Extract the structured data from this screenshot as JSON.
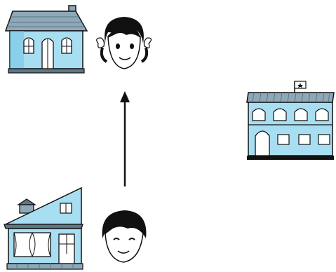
{
  "scene": {
    "objects": [
      {
        "kind": "house",
        "style": "gabled-roof-house",
        "icon": "house-top-left-icon"
      },
      {
        "kind": "face",
        "style": "girl-with-pigtails",
        "icon": "girl-face-icon"
      },
      {
        "kind": "building",
        "style": "school-with-flag",
        "icon": "school-building-icon"
      },
      {
        "kind": "house",
        "style": "slanted-roof-house",
        "icon": "house-bottom-left-icon"
      },
      {
        "kind": "face",
        "style": "boy-short-hair",
        "icon": "boy-face-icon"
      }
    ],
    "arrow": {
      "direction": "up",
      "icon": "arrow-up-icon"
    }
  },
  "colors": {
    "wall": "#a8def2",
    "wall_dark": "#6ec1e4",
    "roof": "#8fa8b8",
    "roof_dark": "#5d7686",
    "window": "#ffffff",
    "outline": "#111111",
    "skin": "#ffffff",
    "hair": "#111111"
  }
}
